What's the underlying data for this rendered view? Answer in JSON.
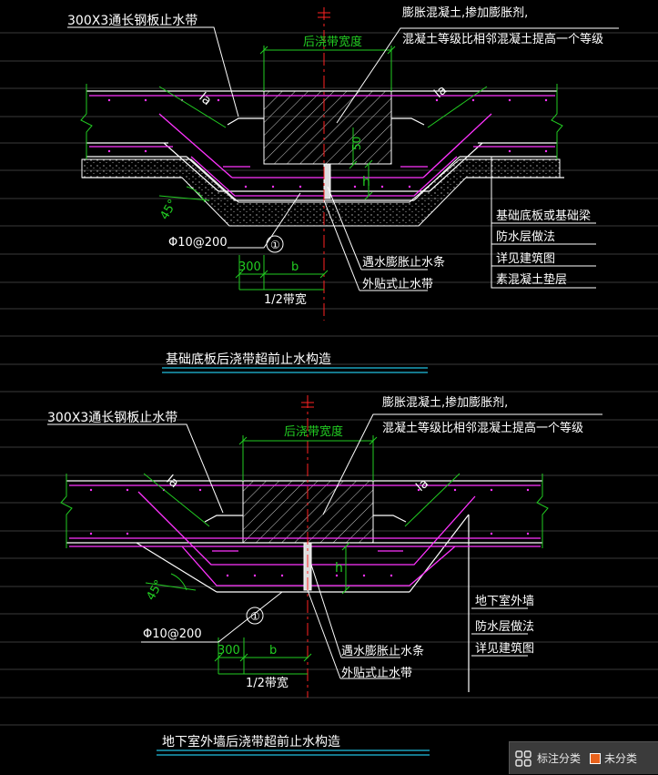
{
  "colors": {
    "background": "#000000",
    "concrete": "#ffffff",
    "waterproof": "#ff33ff",
    "dimension": "#22cc22",
    "label": "#ffffff",
    "axis": "#ff2222",
    "leader": "#ffffff",
    "underline": "#20c0e0"
  },
  "top_detail": {
    "steel_stop": "300X3通长钢板止水带",
    "expand_note_1": "膨胀混凝土,掺加膨胀剂,",
    "expand_note_2": "混凝土等级比相邻混凝土提高一个等级",
    "band_width": "后浇带宽度",
    "rebar": "Φ10@200",
    "circle_num": "①",
    "dim_300": "300",
    "dim_b": "b",
    "dim_half": "1/2带宽",
    "dim_h": "h",
    "dim_50": "50",
    "dim_la_left": "la",
    "dim_la_right": "la",
    "angle": "45°",
    "swell_strip": "遇水膨胀止水条",
    "outer_stop": "外贴式止水带",
    "legend_1": "基础底板或基础梁",
    "legend_2": "防水层做法",
    "legend_3": "详见建筑图",
    "legend_4": "素混凝土垫层",
    "title": "基础底板后浇带超前止水构造"
  },
  "bottom_detail": {
    "steel_stop": "300X3通长钢板止水带",
    "expand_note_1": "膨胀混凝土,掺加膨胀剂,",
    "expand_note_2": "混凝土等级比相邻混凝土提高一个等级",
    "band_width": "后浇带宽度",
    "rebar": "Φ10@200",
    "circle_num": "①",
    "dim_300": "300",
    "dim_b": "b",
    "dim_half": "1/2带宽",
    "dim_h": "h",
    "dim_la_left": "la",
    "dim_la_right": "la",
    "angle": "45°",
    "swell_strip": "遇水膨胀止水条",
    "outer_stop": "外贴式止水带",
    "legend_1": "地下室外墙",
    "legend_2": "防水层做法",
    "legend_3": "详见建筑图",
    "title": "地下室外墙后浇带超前止水构造"
  },
  "statusbar": {
    "grid_icon": "grid-icon",
    "annotate_label": "标注分类",
    "unclassified_label": "未分类",
    "unclassified_color": "#e8621c"
  }
}
